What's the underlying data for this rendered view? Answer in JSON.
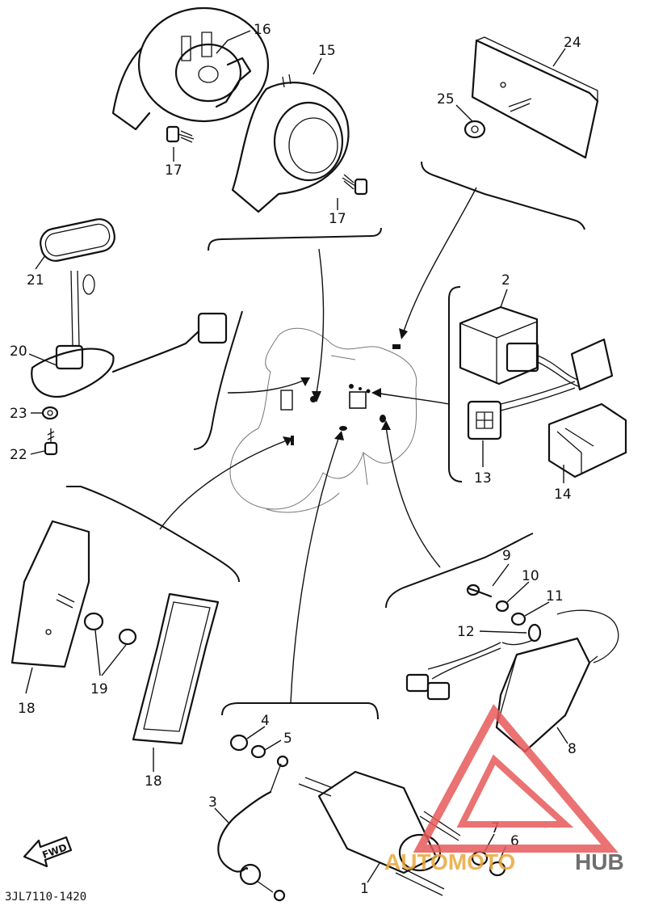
{
  "diagram": {
    "drawing_code": "3JL7110-1420",
    "direction_label": "FWD",
    "callouts": {
      "c1": "1",
      "c2": "2",
      "c3": "3",
      "c4": "4",
      "c5": "5",
      "c6": "6",
      "c7": "7",
      "c8": "8",
      "c9": "9",
      "c10": "10",
      "c11": "11",
      "c12": "12",
      "c13": "13",
      "c14": "14",
      "c15": "15",
      "c16": "16",
      "c17a": "17",
      "c17b": "17",
      "c18a": "18",
      "c18b": "18",
      "c19": "19",
      "c20": "20",
      "c21": "21",
      "c22": "22",
      "c23": "23",
      "c24": "24",
      "c25": "25"
    }
  },
  "watermark": {
    "text_left": "AUTOMOTO",
    "text_right": "HUB",
    "colors": {
      "triangle": "#e85a5a",
      "text_left": "#e8a83a",
      "text_right": "#555555"
    }
  }
}
